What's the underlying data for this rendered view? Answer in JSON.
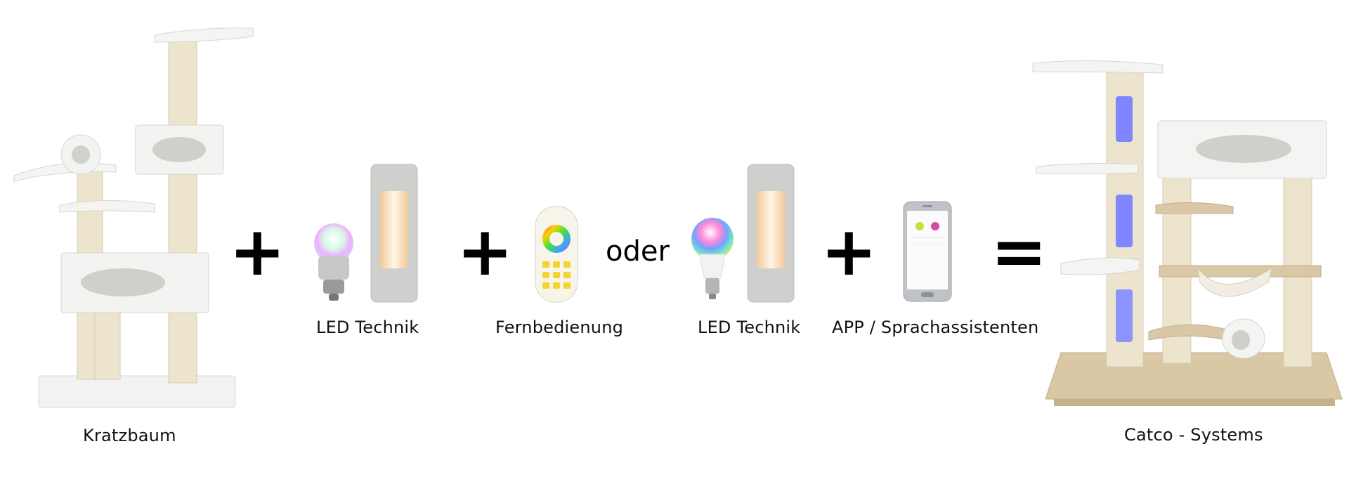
{
  "items": {
    "kratzbaum": {
      "label": "Kratzbaum"
    },
    "led1": {
      "label": "LED Technik"
    },
    "remote": {
      "label": "Fernbedienung"
    },
    "led2": {
      "label": "LED Technik"
    },
    "app": {
      "label": "APP / Sprachassistenten"
    },
    "result": {
      "label": "Catco - Systems"
    }
  },
  "operators": {
    "plus": "+",
    "or": "oder",
    "equals": "="
  },
  "colors": {
    "plush": "#f3f3f1",
    "sisal": "#e8e0c8",
    "wood": "#d9c7a6",
    "led_glow": "#7f86ff"
  }
}
